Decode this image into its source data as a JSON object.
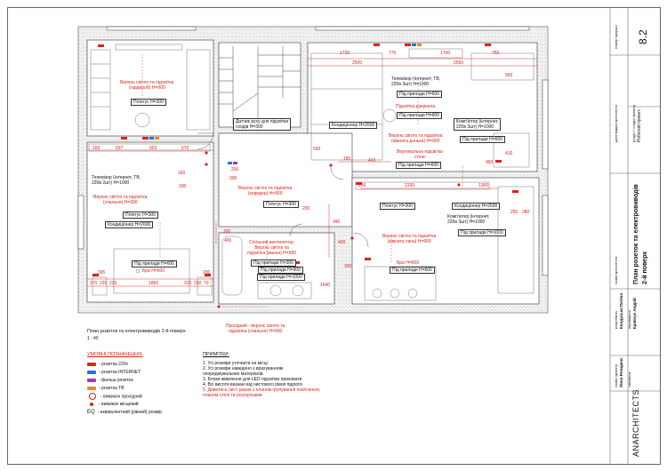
{
  "plan": {
    "title": "План розеток та електровиводів 2-й поверх",
    "scale": "1 : 40"
  },
  "legend": {
    "heading": "УМОВНІ ПОЗНАЧЕННЯ:",
    "items": [
      {
        "label": "- розетка 220v",
        "color": "#e0211b"
      },
      {
        "label": "- розетка INTERNET",
        "color": "#2d6fd6"
      },
      {
        "label": "- фальш розетка",
        "color": "#9c36c9"
      },
      {
        "label": "- розетка ТВ",
        "color": "#f08a1c"
      },
      {
        "label": "- вимикач прохідний",
        "color": "#d8231c"
      },
      {
        "label": "- вимикач місцевий",
        "color": "#d8231c"
      },
      {
        "label": "- еквівалентний (рівний) розмір",
        "color": "#111111"
      }
    ],
    "eq": "EQ"
  },
  "notes": {
    "heading": "ПРИМІТКИ:",
    "items": [
      "1. Усі розміри уточнити на місці",
      "2. Усі розміри наведено з врахуванням",
      "опоряджувальних матеріалів.",
      "3. Блоки живлення для LED підсвітки приховати",
      "4. Всі висоти вказані від чистового рівня підлоги",
      "5. Дивитись лист разом з планом групування освітлення,",
      "планом стелі та розгортками"
    ]
  },
  "rooms": {
    "wardrobe": {
      "light": "Верхнє світло та підсвітка",
      "light2": "(гардероб) Н=900",
      "plinth": "Плінтус Н=300"
    },
    "bedroom": {
      "tv": "Телевізор (інтернет, ТВ,",
      "tv2": "220в 2шт) Н=1000",
      "light": "Верхнє світло та підсвітка",
      "light2": "(спальня) Н=900",
      "plinth": "Плінтус Н=300",
      "ac": "Кондиціонер Н=2600",
      "under": "Під прилади Н=600",
      "bra": "Бра Н=600"
    },
    "corridor": {
      "sensor": "Датчик руху для підсвітки",
      "sensor2": "сходів Н=300",
      "light": "Верхнє світло та підсвітка",
      "light2": "(коридор) Н=900",
      "plinth": "Плінтус Н=300",
      "pass": "Прохідний - верхнє світло та",
      "pass2": "підсвітка (спальня) Н=900"
    },
    "bath": {
      "fan": "Спільний вентилятор;",
      "fan2": "Верхнє світло та",
      "fan3": "підсвітка (ванна) Н=900",
      "u1": "Під прилади Н=300",
      "u2": "Під прилади Н=900",
      "u3": "Під прилади Н=1000"
    },
    "living": {
      "tv": "Телевізор (інтернет, ТВ,",
      "tv2": "220в 3шт) Н=1000",
      "u1": "Під прилади Н=600",
      "mirror": "Підсвітка дзеркала",
      "u2": "Під прилади Н=900",
      "ac": "Кондиціонер Н=2600",
      "comp": "Комп'ютер (інтернет,",
      "comp2": "220в 3шт) Н=1000",
      "u3": "Під прилади Н=600",
      "light": "Верхнє світло та підсвітка",
      "light2": "(кімната донька) Н=900",
      "wall": "Вертикальна підсвітка",
      "wall2": "стіни",
      "u4": "Під прилади Н=600"
    },
    "room2": {
      "plinth": "Плінтус Н=300",
      "ac": "Кондиціонер Н=2600",
      "comp": "Комп'ютер (інтернет,",
      "comp2": "220в 3шт) Н=1000",
      "u1": "Під прилади Н=1000",
      "light": "Верхнє світло та підсвітка",
      "light2": "(кімната сина) Н=900",
      "bra": "Бра Н=600",
      "u2": "Під прилади Н=600"
    }
  },
  "dims": {
    "top": [
      "1730",
      "770",
      "1760",
      "750"
    ],
    "top2": [
      "2500",
      "2550"
    ],
    "bedroom_top": [
      "160",
      "697",
      "903",
      "670"
    ],
    "bedroom_bottom": [
      "395",
      "200",
      "170",
      "225",
      "225",
      "1850",
      "225",
      "230",
      "70"
    ],
    "misc": [
      "500",
      "180",
      "410",
      "200",
      "2330",
      "1300",
      "250",
      "280",
      "460",
      "200",
      "300",
      "340",
      "400",
      "400",
      "1640",
      "250",
      "300",
      "160",
      "200",
      "410",
      "900",
      "350"
    ]
  },
  "titleblock": {
    "sheet_no_label": "номер аркуша",
    "sheet_no": "8.2",
    "date_label": "дата видачі креслення",
    "section_label": "розділ / стадія проекту",
    "section": "Робочий проект",
    "drawing_label": "назва креслення",
    "drawing": "План розеток та електровиводів",
    "drawing2": "2-й поверх",
    "dev_label": "розробила",
    "dev": "Колдуська Поліна",
    "check_label": "перевірила",
    "check": "Кравчук Андрій",
    "project_label": "назва проекту",
    "project": "Лоно Резиденс",
    "client_label": "замовник",
    "brand": "ANARCHITECTS"
  }
}
